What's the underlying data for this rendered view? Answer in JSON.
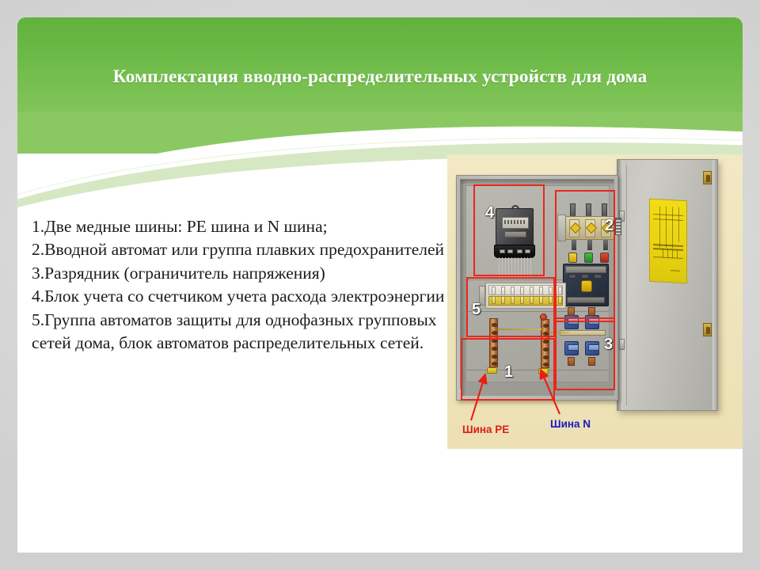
{
  "slide": {
    "title": "Комплектация вводно-распределительных устройств для дома",
    "accent_green": "#6cba47",
    "accent_green_dark": "#61b13c",
    "accent_green_light": "#93cc6b",
    "background": "#dcdcdc",
    "card_background": "#ffffff"
  },
  "body": {
    "items": [
      "1.Две медные шины: PE шина и N шина;",
      "2.Вводной автомат или группа плавких предохранителей",
      "3.Разрядник (ограничитель напряжения)",
      "4.Блок учета со счетчиком учета расхода электроэнергии",
      "5.Группа автоматов защиты для однофазных групповых сетей дома, блок автоматов распределительных сетей."
    ]
  },
  "photo": {
    "alt": "Фотография вводно-распределительного устройства (щит) с открытой дверцей",
    "background": "#f0e4bd",
    "callout_color": "#e8281c",
    "markers": [
      {
        "id": "1",
        "label": "1",
        "meaning": "Две медные шины: PE шина и N шина"
      },
      {
        "id": "2",
        "label": "2",
        "meaning": "Вводной автомат или группа плавких предохранителей"
      },
      {
        "id": "3",
        "label": "3",
        "meaning": "Разрядник (ограничитель напряжения)"
      },
      {
        "id": "4",
        "label": "4",
        "meaning": "Блок учета со счетчиком учета расхода электроэнергии"
      },
      {
        "id": "5",
        "label": "5",
        "meaning": "Группа автоматов защиты"
      }
    ],
    "captions": [
      {
        "text": "Шина PE",
        "color": "#dd1f14"
      },
      {
        "text": "Шина N",
        "color": "#1a1ac0"
      }
    ]
  }
}
